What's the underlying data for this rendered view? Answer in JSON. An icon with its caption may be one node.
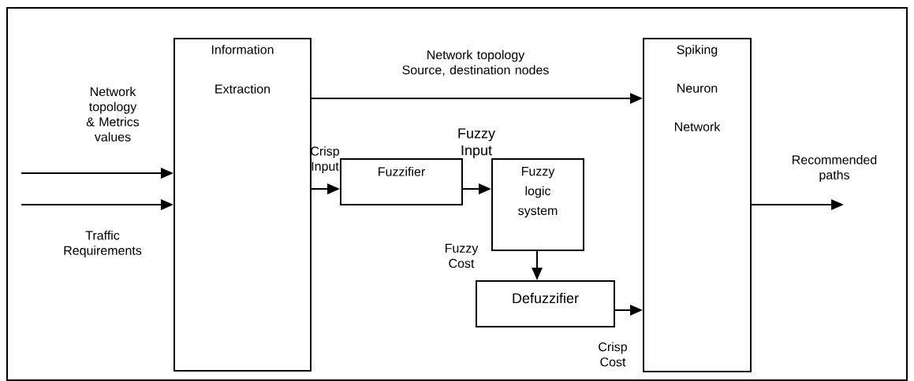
{
  "diagram": {
    "nodes": [
      {
        "text": [
          "Information Extraction"
        ]
      },
      {
        "text": [
          "Fuzzifier"
        ]
      },
      {
        "text": [
          "Fuzzy logic system"
        ]
      },
      {
        "text": [
          "Defuzzifier"
        ]
      },
      {
        "text": [
          "Spiking Neuron Network"
        ]
      }
    ],
    "edges": [
      {
        "from": null,
        "to": 0,
        "arrow": "to",
        "label": "Network topology & Metrics values"
      },
      {
        "from": null,
        "to": 0,
        "arrow": "to",
        "label": "Traffic Requirements"
      },
      {
        "from": 0,
        "to": 4,
        "arrow": "to",
        "label": "Network topology Source, destination nodes"
      },
      {
        "from": 0,
        "to": 1,
        "arrow": "to",
        "label": "Crisp Input"
      },
      {
        "from": 1,
        "to": 2,
        "arrow": "to",
        "label": "Fuzzy Input"
      },
      {
        "from": 2,
        "to": 3,
        "arrow": "to",
        "label": "Fuzzy Cost"
      },
      {
        "from": 3,
        "to": 4,
        "arrow": "to",
        "label": "Crisp Cost"
      },
      {
        "from": 4,
        "to": null,
        "arrow": "to",
        "label": "Recommended paths"
      }
    ]
  }
}
